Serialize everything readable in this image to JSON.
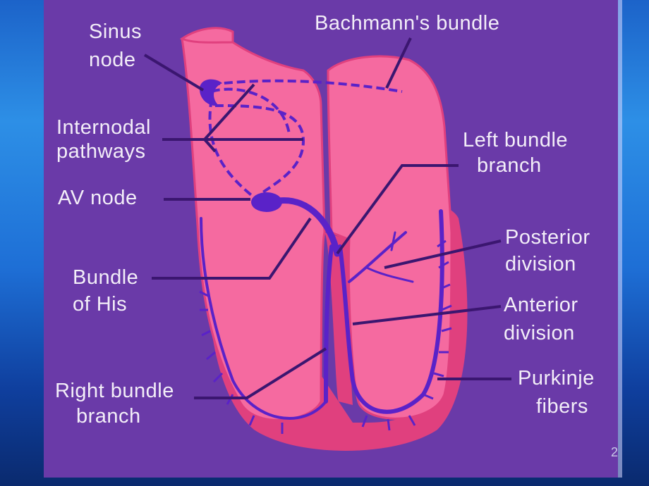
{
  "labels": {
    "sinus": "Sinus",
    "sinus2": "node",
    "bachmann": "Bachmann's bundle",
    "internodal": "Internodal",
    "internodal2": "pathways",
    "left_bundle": "Left bundle",
    "left_bundle2": "branch",
    "av_node": "AV node",
    "posterior": "Posterior",
    "posterior2": "division",
    "bundle_his": "Bundle",
    "bundle_his2": "of His",
    "anterior": "Anterior",
    "anterior2": "division",
    "right_bundle": "Right bundle",
    "right_bundle2": "branch",
    "purkinje": "Purkinje",
    "purkinje2": "fibers"
  },
  "page_number": "2",
  "colors": {
    "panel": "#6a3aa8",
    "heart_pink": "#f56aa0",
    "heart_dark": "#e0407e",
    "conduction": "#5a22c8",
    "leader": "#3b1670"
  }
}
